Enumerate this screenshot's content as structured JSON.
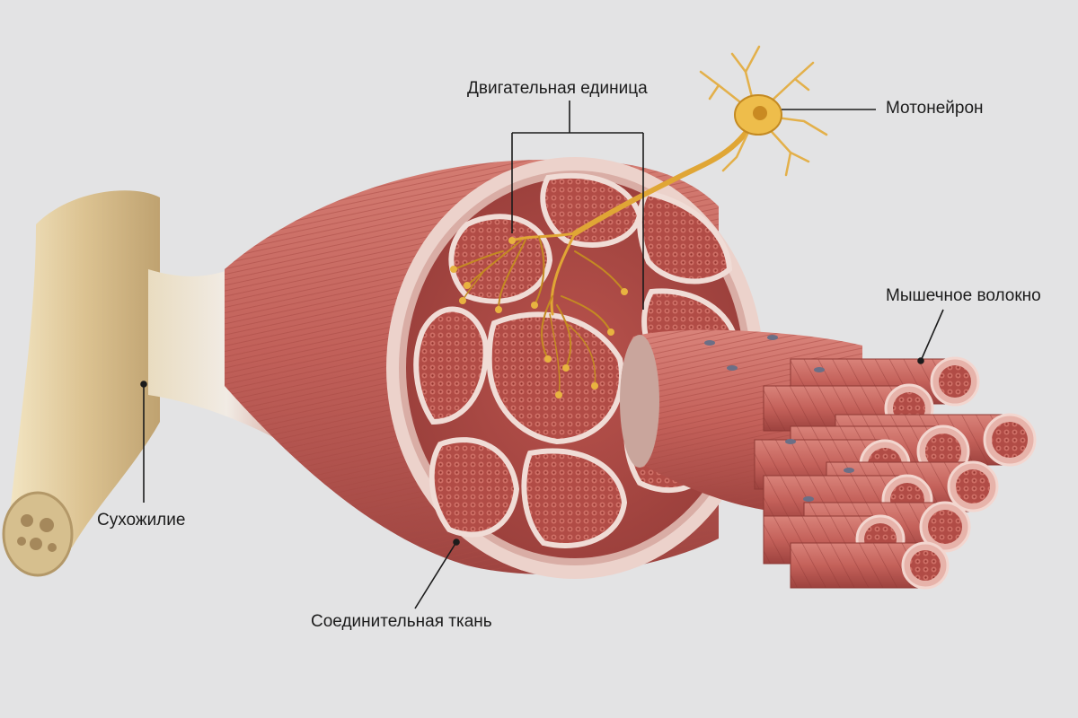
{
  "labels": {
    "motor_unit": "Двигательная единица",
    "motoneuron": "Мотонейрон",
    "muscle_fiber": "Мышечное волокно",
    "tendon": "Сухожилие",
    "connective_tissue": "Соединительная ткань"
  },
  "colors": {
    "background": "#e3e3e4",
    "muscle": "#c7655c",
    "muscle_dark": "#8f3a35",
    "tendon": "#e6d2a6",
    "connective": "#ecd2cb",
    "nerve": "#e0a635",
    "leader_line": "#1c1c1c"
  }
}
